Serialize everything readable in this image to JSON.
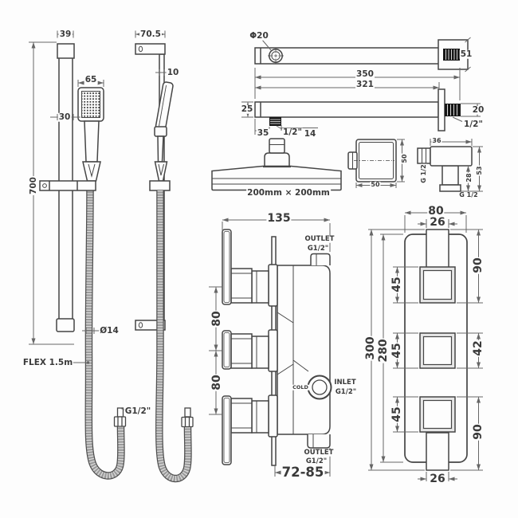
{
  "colors": {
    "line": "#454545",
    "dim": "#666666",
    "text": "#3a3a3a",
    "thread_fill": "#161616",
    "square_fill": "#e7e7e7"
  },
  "rail_front": {
    "width_top": "39",
    "handset_width": "65",
    "rail_marker": "30",
    "height": "700",
    "hose_dia": "Ø14",
    "flex": "FLEX 1.5m",
    "thread": "G1/2\""
  },
  "rail_side": {
    "width_top": "70.5",
    "depth": "10"
  },
  "arm_top": {
    "hole_dia": "Φ20",
    "flange": "51"
  },
  "arm_side": {
    "length_total": "350",
    "length_to_flange": "321",
    "bar_height": "25",
    "outlet_offset": "35",
    "outlet_thread": "1/2\"",
    "outlet_length": "14",
    "thread_dia": "20",
    "wall_thread": "1/2\""
  },
  "head_side": {
    "size": "200mm × 200mm"
  },
  "head_top": {
    "width": "50",
    "height": "50"
  },
  "elbow": {
    "length": "36",
    "inlet_thread": "G 1/2",
    "drop": "28",
    "height": "53",
    "outlet_thread": "G 1/2"
  },
  "valve_side": {
    "width": "135",
    "outlet_top_line1": "OUTLET",
    "outlet_top_line2": "G1/2\"",
    "spacing_top": "80",
    "spacing_bottom": "80",
    "cold": "COLD",
    "inlet_line1": "INLET",
    "inlet_line2": "G1/2\"",
    "outlet_bottom_line1": "OUTLET",
    "outlet_bottom_line2": "G1/2\"",
    "depth_range": "72-85"
  },
  "valve_front": {
    "width": "80",
    "stem_top": "26",
    "height_total": "300",
    "height_plate": "280",
    "handle1": "45",
    "handle2": "45",
    "handle3": "45",
    "section_top": "90",
    "section_mid": "42",
    "section_bottom": "90",
    "stem_bottom": "26"
  }
}
